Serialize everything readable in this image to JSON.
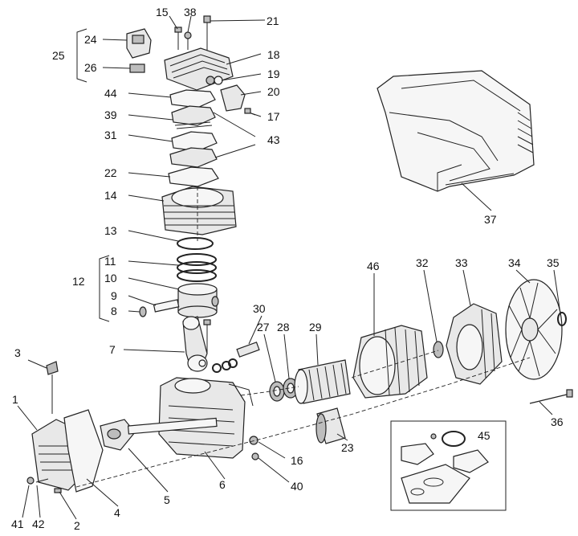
{
  "callouts": [
    {
      "key": "c15",
      "label": "15"
    },
    {
      "key": "c38",
      "label": "38"
    },
    {
      "key": "c21",
      "label": "21"
    },
    {
      "key": "c25",
      "label": "25"
    },
    {
      "key": "c24",
      "label": "24"
    },
    {
      "key": "c18",
      "label": "18"
    },
    {
      "key": "c26",
      "label": "26"
    },
    {
      "key": "c19",
      "label": "19"
    },
    {
      "key": "c20",
      "label": "20"
    },
    {
      "key": "c44",
      "label": "44"
    },
    {
      "key": "c17",
      "label": "17"
    },
    {
      "key": "c39",
      "label": "39"
    },
    {
      "key": "c43",
      "label": "43"
    },
    {
      "key": "c31",
      "label": "31"
    },
    {
      "key": "c22",
      "label": "22"
    },
    {
      "key": "c14",
      "label": "14"
    },
    {
      "key": "c37",
      "label": "37"
    },
    {
      "key": "c13",
      "label": "13"
    },
    {
      "key": "c11",
      "label": "11"
    },
    {
      "key": "c12",
      "label": "12"
    },
    {
      "key": "c10",
      "label": "10"
    },
    {
      "key": "c9",
      "label": "9"
    },
    {
      "key": "c8",
      "label": "8"
    },
    {
      "key": "c46",
      "label": "46"
    },
    {
      "key": "c32",
      "label": "32"
    },
    {
      "key": "c33",
      "label": "33"
    },
    {
      "key": "c34",
      "label": "34"
    },
    {
      "key": "c35",
      "label": "35"
    },
    {
      "key": "c30",
      "label": "30"
    },
    {
      "key": "c27",
      "label": "27"
    },
    {
      "key": "c28",
      "label": "28"
    },
    {
      "key": "c29",
      "label": "29"
    },
    {
      "key": "c7",
      "label": "7"
    },
    {
      "key": "c3",
      "label": "3"
    },
    {
      "key": "c1",
      "label": "1"
    },
    {
      "key": "c36",
      "label": "36"
    },
    {
      "key": "c23",
      "label": "23"
    },
    {
      "key": "c45",
      "label": "45"
    },
    {
      "key": "c16",
      "label": "16"
    },
    {
      "key": "c5",
      "label": "5"
    },
    {
      "key": "c6",
      "label": "6"
    },
    {
      "key": "c40",
      "label": "40"
    },
    {
      "key": "c4",
      "label": "4"
    },
    {
      "key": "c41",
      "label": "41"
    },
    {
      "key": "c42",
      "label": "42"
    },
    {
      "key": "c2",
      "label": "2"
    }
  ]
}
